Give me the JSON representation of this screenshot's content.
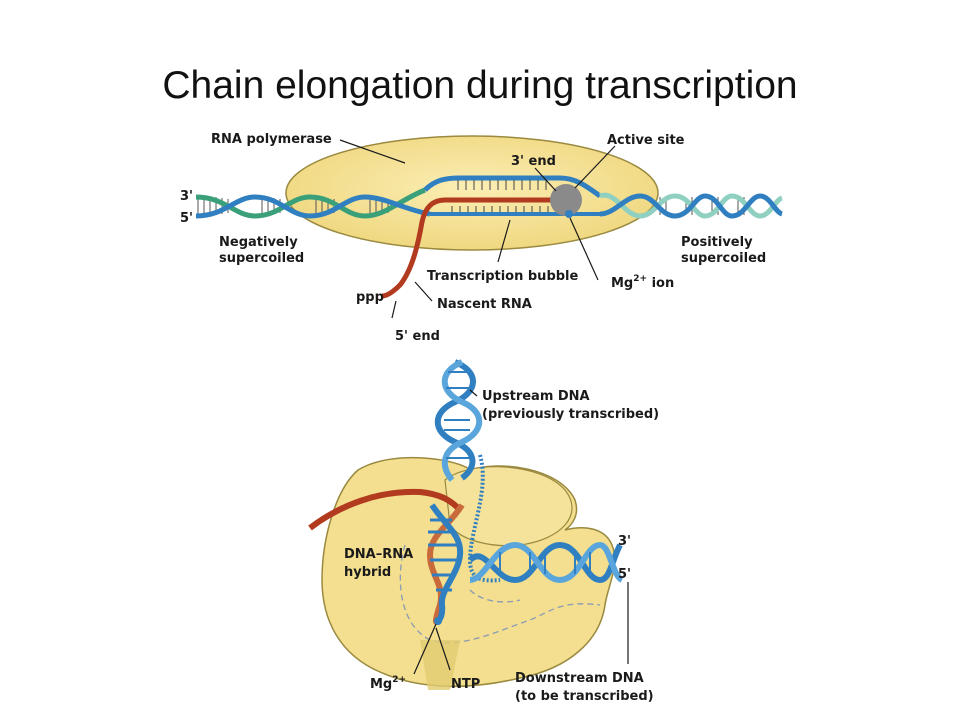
{
  "title": "Chain elongation during transcription",
  "top_panel": {
    "rna_polymerase": "RNA polymerase",
    "three_prime_end": "3' end",
    "active_site": "Active site",
    "strand_3": "3'",
    "strand_5": "5'",
    "neg_super_1": "Negatively",
    "neg_super_2": "supercoiled",
    "pos_super_1": "Positively",
    "pos_super_2": "supercoiled",
    "transcription_bubble": "Transcription bubble",
    "mg_ion_base": "Mg",
    "mg_ion_sup": "2+",
    "mg_ion_rest": " ion",
    "ppp": "ppp",
    "nascent_rna": "Nascent RNA",
    "five_prime_end": "5' end"
  },
  "bottom_panel": {
    "upstream_1": "Upstream DNA",
    "upstream_2": "(previously transcribed)",
    "hybrid_1": "DNA–RNA",
    "hybrid_2": "hybrid",
    "strand_3": "3'",
    "strand_5": "5'",
    "mg_base": "Mg",
    "mg_sup": "2+",
    "ntp": "NTP",
    "downstream_1": "Downstream DNA",
    "downstream_2": "(to be transcribed)"
  },
  "colors": {
    "polymerase_fill": "#f3df8f",
    "polymerase_stroke": "#9a8a40",
    "dna_blue": "#2f7fc1",
    "dna_green": "#3aa07a",
    "rna_red": "#b23a1e",
    "active_site_gray": "#8a8a8a"
  }
}
